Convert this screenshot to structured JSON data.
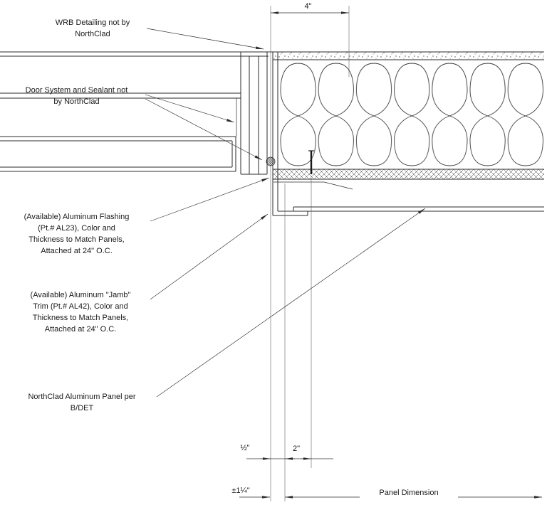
{
  "page": {
    "background": "#ffffff",
    "line_color": "#2b2b2b",
    "text_color": "#1a1a1a"
  },
  "annotations": {
    "wrb": "WRB Detailing not by\nNorthClad",
    "door_system": "Door System and Sealant not\nby NorthClad",
    "flashing": "(Available) Aluminum Flashing\n(Pt.# AL23), Color and\nThickness to Match Panels,\nAttached at 24\" O.C.",
    "jamb_trim": "(Available) Aluminum \"Jamb\"\nTrim (Pt.# AL42), Color and\nThickness to Match Panels,\nAttached at 24\" O.C.",
    "panel": "NorthClad Aluminum Panel per\nB/DET"
  },
  "dimensions": {
    "top_width": "4\"",
    "half_inch": "½\"",
    "two_inch": "2\"",
    "panel_offset": "±1¼\"",
    "panel_dimension": "Panel Dimension"
  }
}
